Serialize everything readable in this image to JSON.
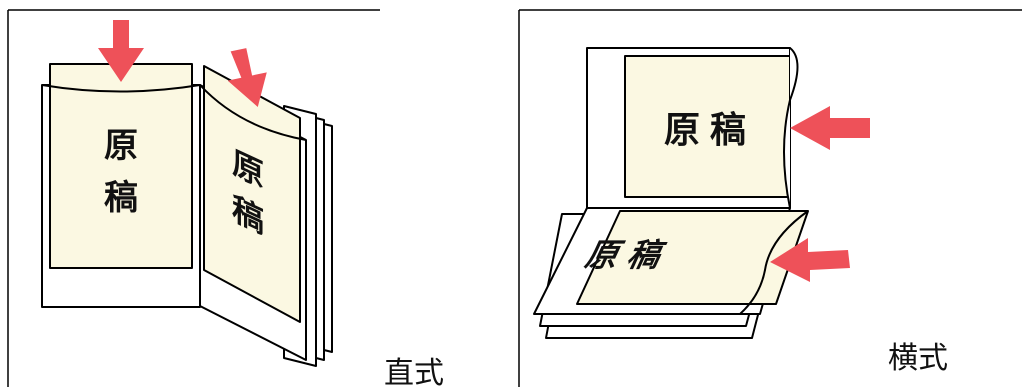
{
  "panels": [
    {
      "caption": "直式",
      "original_label": "原稿",
      "original_label_lines": [
        "原",
        "稿"
      ]
    },
    {
      "caption": "横式",
      "original_label": "原稿"
    }
  ],
  "colors": {
    "paper": "#fbf8e2",
    "arrow": "#ee5159",
    "line": "#000000"
  }
}
